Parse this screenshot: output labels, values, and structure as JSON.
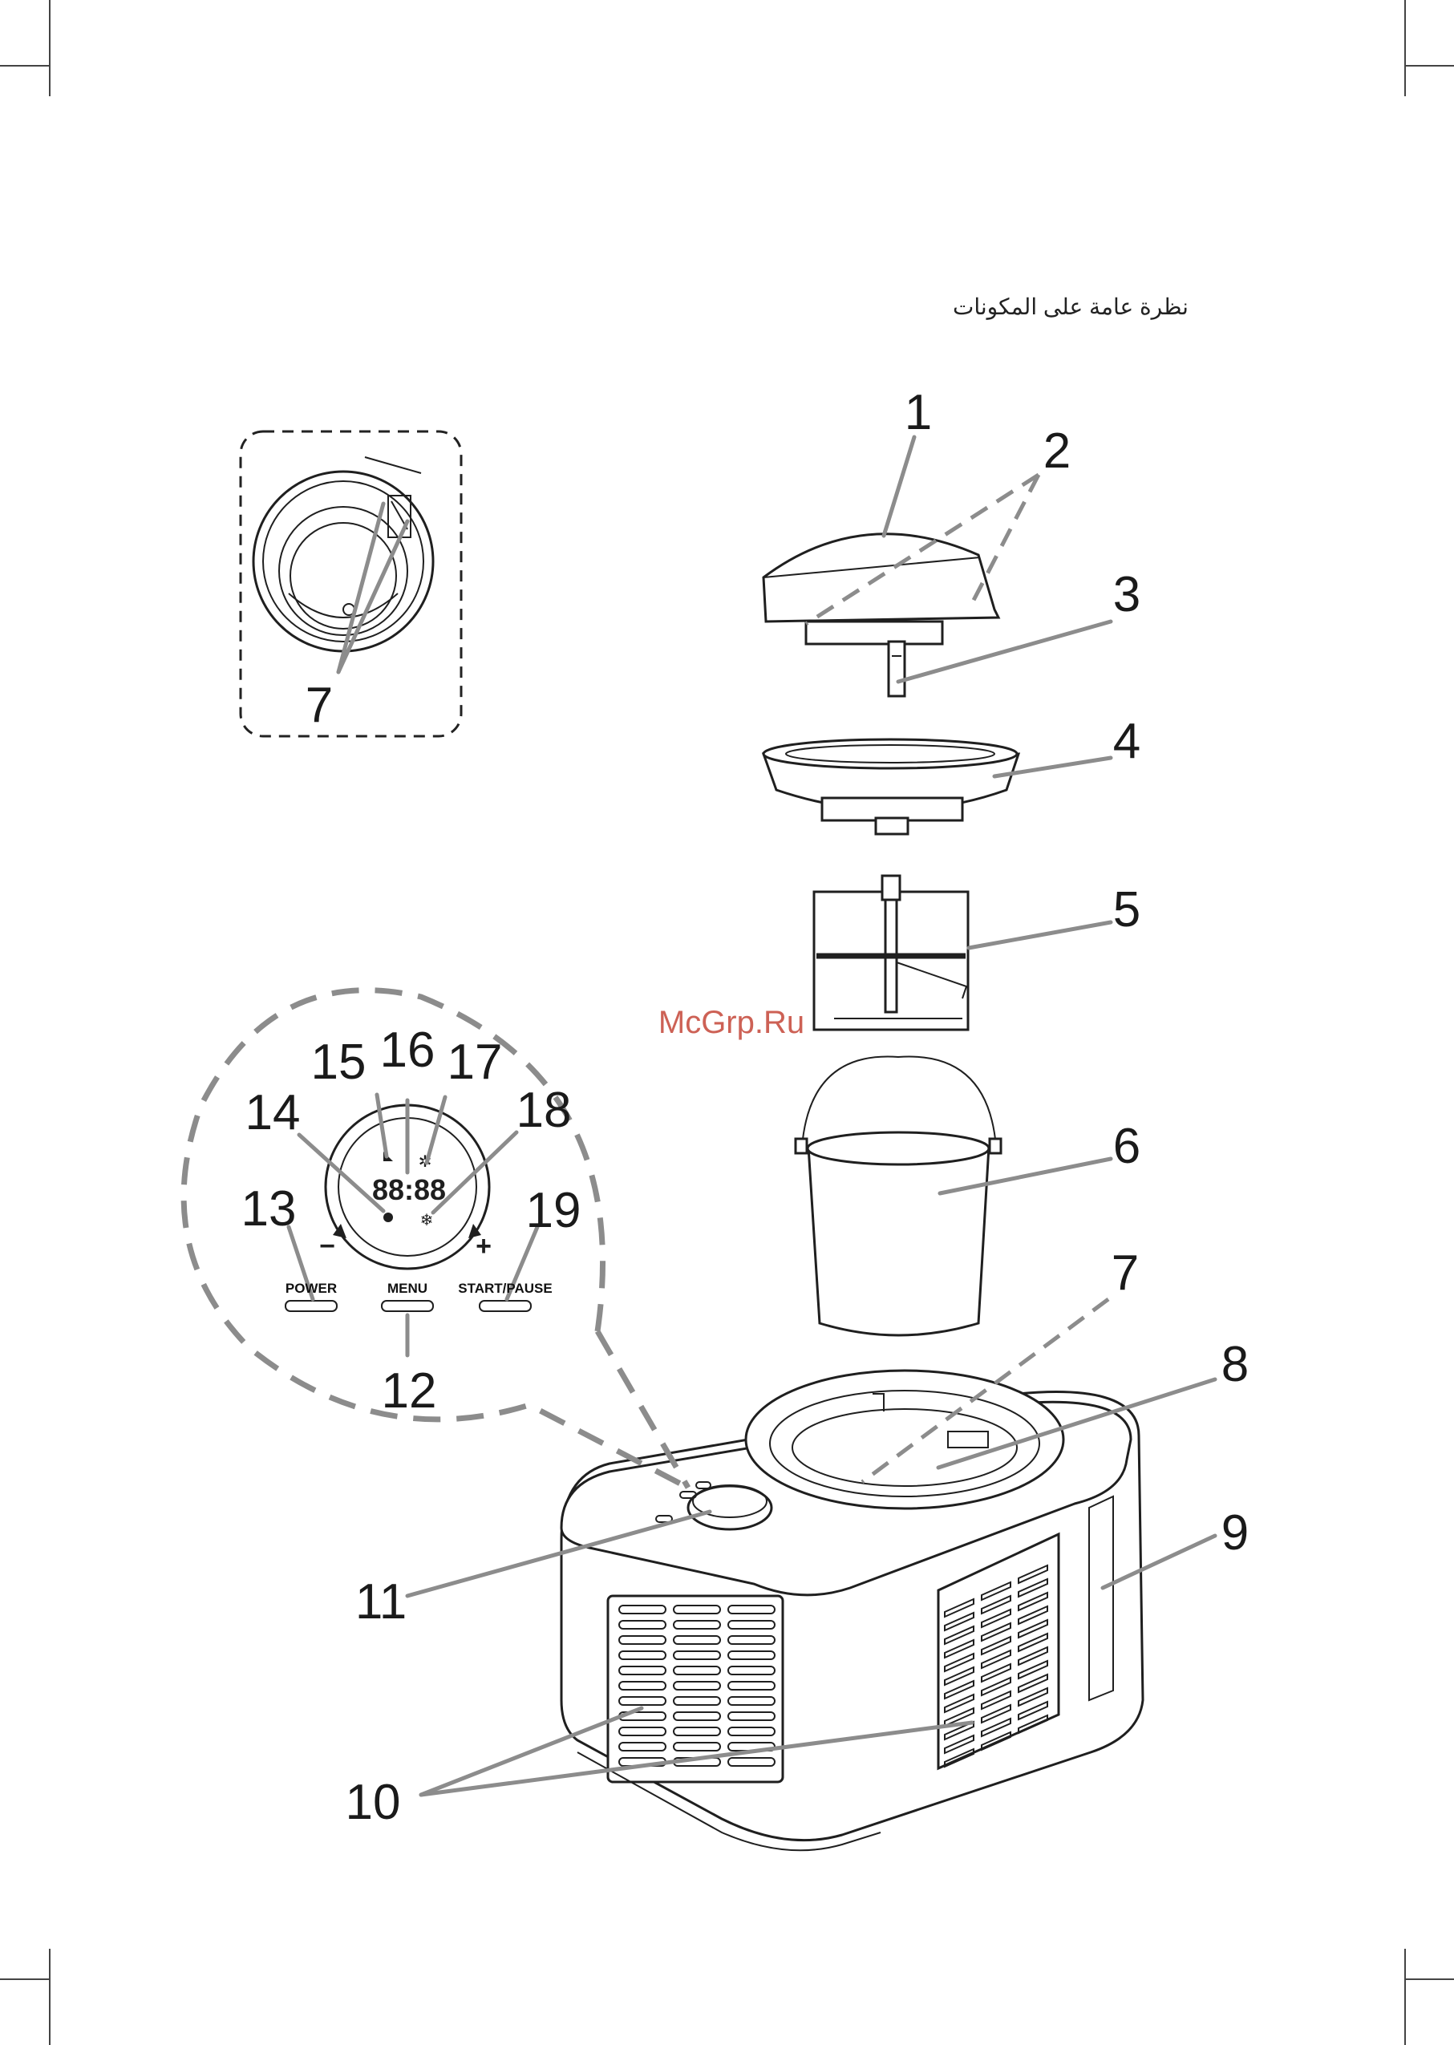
{
  "heading": "نظرة عامة على المكونات",
  "watermark": "McGrp.Ru",
  "callouts": [
    "1",
    "2",
    "3",
    "4",
    "5",
    "6",
    "7",
    "8",
    "9",
    "10",
    "11",
    "12",
    "13",
    "14",
    "15",
    "16",
    "17",
    "18",
    "19"
  ],
  "inset_lid": {
    "callout": "7"
  },
  "inset_panel": {
    "display_digits": "88:88",
    "minus": "−",
    "plus": "+",
    "buttons": {
      "power": "POWER",
      "menu": "MENU",
      "start_pause": "START/PAUSE"
    },
    "callouts": [
      "12",
      "13",
      "14",
      "15",
      "16",
      "17",
      "18",
      "19"
    ]
  },
  "colors": {
    "leader": "#8c8c8c",
    "outline": "#1f1f1f",
    "watermark": "#c0392b"
  }
}
